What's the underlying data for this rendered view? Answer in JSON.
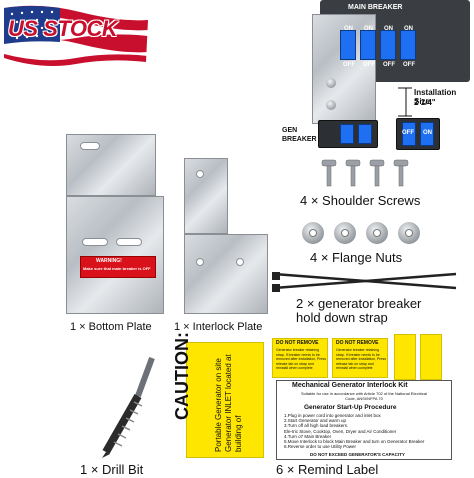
{
  "banner": {
    "text": "US STOCK",
    "colors": {
      "red": "#c8102e",
      "blue": "#1f3b8c",
      "white": "#ffffff"
    }
  },
  "breaker_panel": {
    "title": "MAIN BREAKER",
    "switch_labels": [
      "ON",
      "ON",
      "ON",
      "ON"
    ],
    "off_labels": [
      "OFF",
      "OFF",
      "OFF",
      "OFF"
    ],
    "gen_label": "GEN\nBREAKER",
    "gen_switch_labels": [
      "OFF",
      "ON"
    ],
    "install_label_1": "Installation Size",
    "install_label_2": "2 1/4\""
  },
  "items": {
    "shoulder_screws": "4 × Shoulder Screws",
    "flange_nuts": "4 × Flange Nuts",
    "strap_line1": "2 × generator breaker",
    "strap_line2": "hold down strap",
    "bottom_plate": "1 × Bottom Plate",
    "interlock_plate": "1 × Interlock Plate",
    "drill_bit": "1 × Drill Bit",
    "remind_label": "6 × Remind Label"
  },
  "warning_sticker": {
    "title": "WARNING!",
    "body": "Make sure that main breaker is OFF"
  },
  "labels": {
    "caution": "CAUTION:",
    "caution_sub": "Portable Generator on site Generator INLET located at building of",
    "do_not_remove": "DO NOT REMOVE",
    "dnr_body": "Generator breaker retaining strap. If breaker needs to be removed after installation, Press release tab on strap and reinstall when complete",
    "kit_title": "Mechanical Generator Interlock Kit",
    "kit_sub": "Suitable for use in accordance with Article 702 of the National Electrical Code, ANSI/NFPA 70",
    "procedure_title": "Generator Start-Up Procedure",
    "steps": [
      "1.Plug in power cord into generator and inlet box",
      "2.Start Generator and warm up",
      "3.Turn off all high load breakers.",
      "Ele-tric Stove, Cooktop, Oven, Dryer and Air Conditioner",
      "4.Turn o7 Main Breaker",
      "5.Move Interlock to block Main Breaker and turn on Generator Breaker",
      "6.Reverse order to use Utility Power"
    ],
    "footer": "DO NOT EXCEED GENERATOR'S CAPACITY"
  }
}
